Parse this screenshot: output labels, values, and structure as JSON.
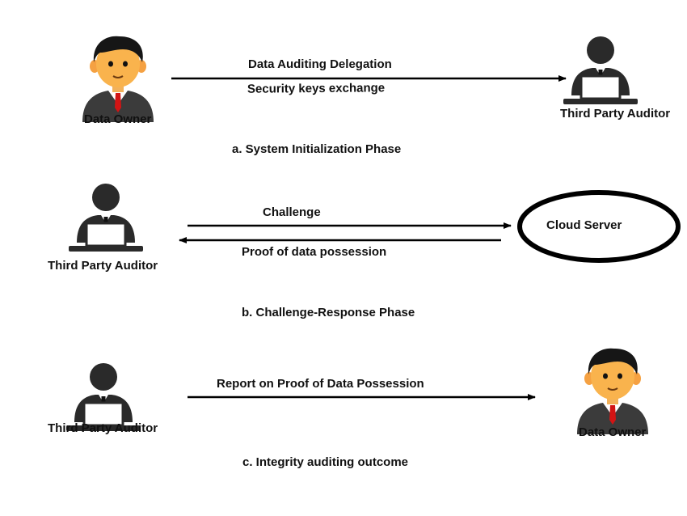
{
  "phases": [
    {
      "caption": "a. System Initialization Phase",
      "left_actor": "Data Owner",
      "right_actor": "Third Party Auditor",
      "arrow_labels": [
        "Data Auditing Delegation",
        "Security keys exchange"
      ]
    },
    {
      "caption": "b. Challenge-Response Phase",
      "left_actor": "Third Party Auditor",
      "right_actor": "Cloud Server",
      "arrow_labels": [
        "Challenge",
        "Proof of data possession"
      ]
    },
    {
      "caption": "c. Integrity auditing outcome",
      "left_actor": "Third Party Auditor",
      "right_actor": "Data Owner",
      "arrow_labels": [
        "Report on Proof of Data Possession"
      ]
    }
  ],
  "icons": {
    "owner": "business-person-icon",
    "auditor": "person-at-laptop-icon",
    "server": "cloud-server-ellipse"
  }
}
